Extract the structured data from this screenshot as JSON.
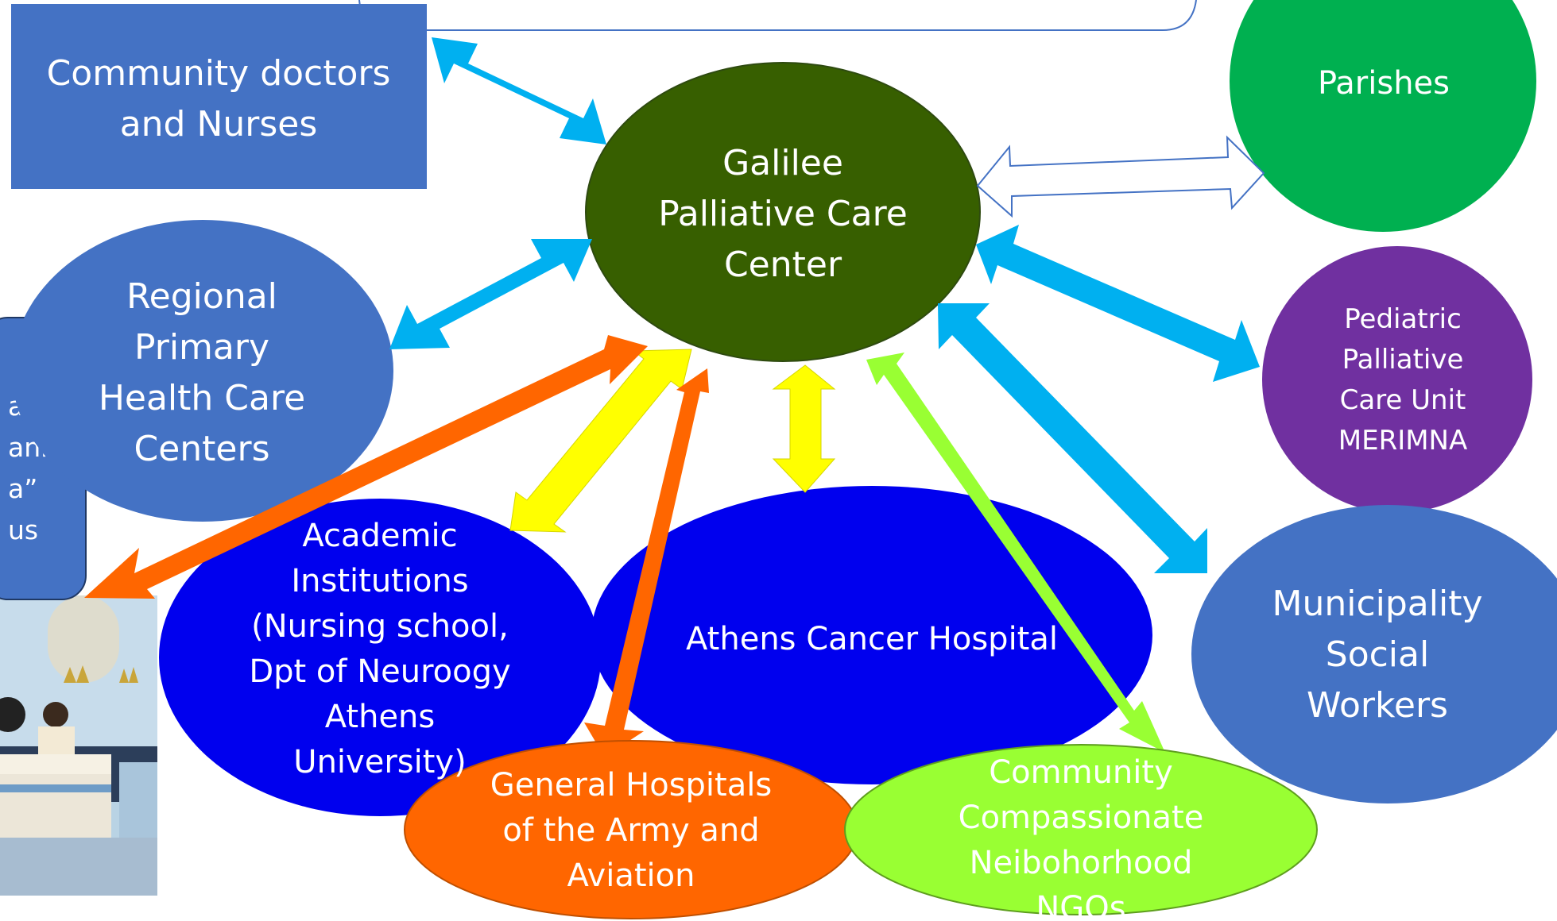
{
  "nodes": {
    "galilee": {
      "lines": [
        "Galilee",
        "Palliative Care",
        "Center"
      ],
      "color": "#375F00"
    },
    "community_doctors": {
      "lines": [
        "Community doctors",
        "and Nurses"
      ],
      "color": "#4472C4"
    },
    "parishes": {
      "lines": [
        "Parishes"
      ],
      "color": "#00B050"
    },
    "regional": {
      "lines": [
        "Regional",
        "Primary",
        "Health Care",
        "Centers"
      ],
      "color": "#4472C4"
    },
    "pediatric": {
      "lines": [
        "Pediatric",
        "Palliative",
        "Care Unit",
        "MERIMNA"
      ],
      "color": "#7030A0"
    },
    "municipality": {
      "lines": [
        "Municipality",
        "Social",
        "Workers"
      ],
      "color": "#4472C4"
    },
    "academic": {
      "lines": [
        "Academic",
        "Institutions",
        "(Nursing school,",
        "Dpt of Neuroogy",
        "Athens",
        "University)"
      ],
      "color": "#0000EE"
    },
    "athens_cancer": {
      "lines": [
        "Athens Cancer Hospital"
      ],
      "color": "#0000EE"
    },
    "general_hospitals": {
      "lines": [
        "General Hospitals",
        "of the Army and",
        "Aviation"
      ],
      "color": "#FF6600"
    },
    "community_compassionate": {
      "lines": [
        "Community",
        "Compassionate",
        "Neibohorhood",
        "NGOs"
      ],
      "color": "#99FF33"
    },
    "partial_box": {
      "lines": [
        "",
        "a",
        "ania",
        "a”",
        "us"
      ],
      "color": "#4472C4"
    }
  },
  "arrow_colors": {
    "cyan": "#00B0F0",
    "yellow": "#FFFF00",
    "orange": "#FF6600",
    "lime": "#99FF33",
    "hollow": "#ffffff",
    "hollow_stroke": "#4472C4"
  }
}
